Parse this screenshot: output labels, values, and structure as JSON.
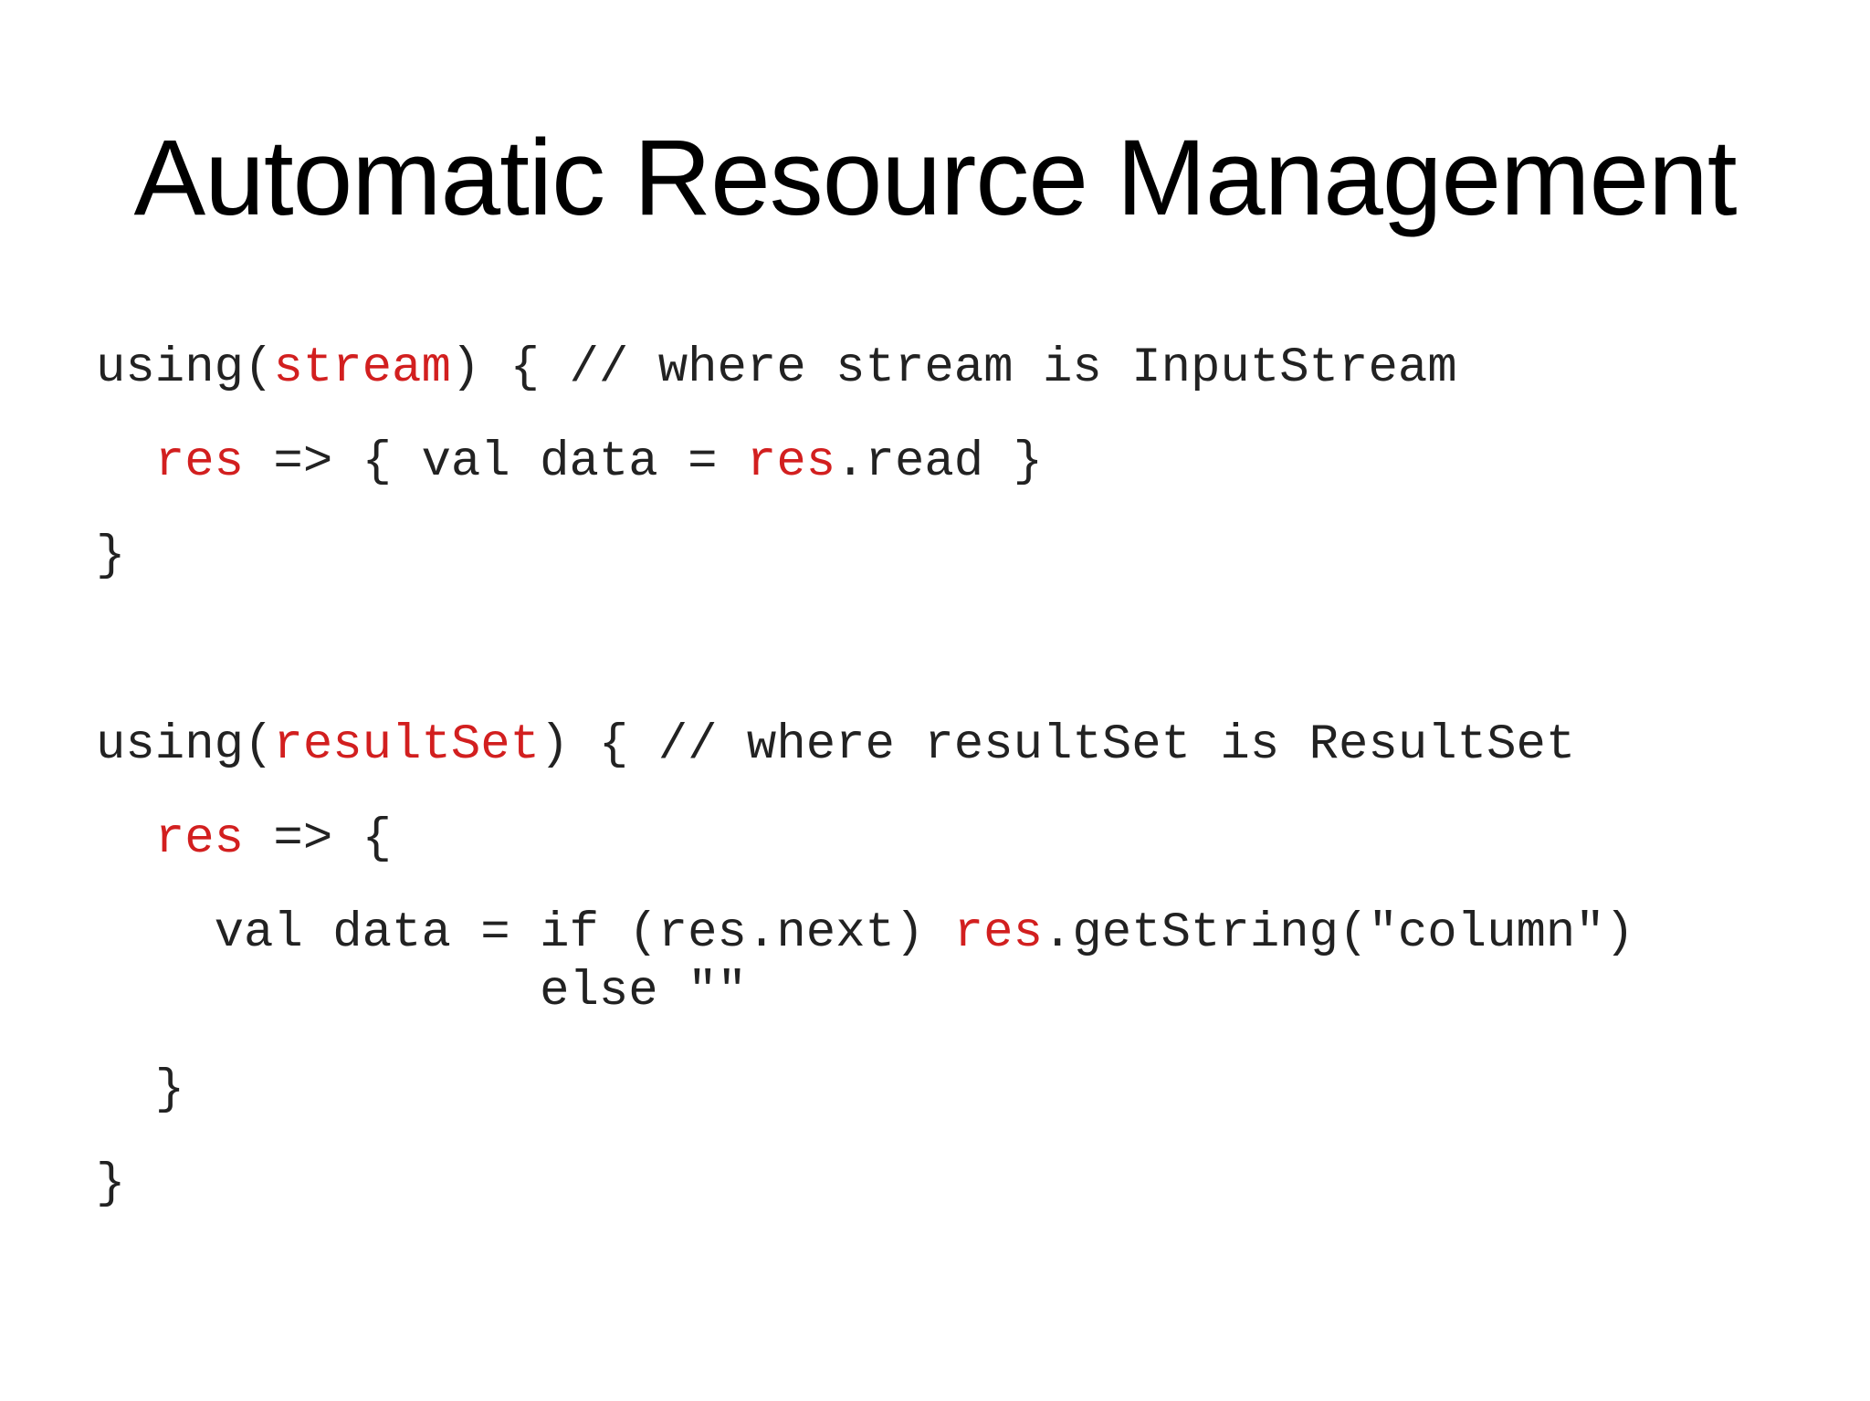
{
  "slide": {
    "title": "Automatic Resource Management",
    "accent_color": "#d21f1f",
    "text_color": "#222222",
    "code_blocks": [
      {
        "lines": [
          [
            {
              "text": "using(",
              "hl": false
            },
            {
              "text": "stream",
              "hl": true
            },
            {
              "text": ") { // where stream is InputStream",
              "hl": false
            }
          ],
          [
            {
              "text": "  ",
              "hl": false
            },
            {
              "text": "res",
              "hl": true
            },
            {
              "text": " => { val data = ",
              "hl": false
            },
            {
              "text": "res",
              "hl": true
            },
            {
              "text": ".read }",
              "hl": false
            }
          ],
          [
            {
              "text": "}",
              "hl": false
            }
          ]
        ]
      },
      {
        "lines": [
          [
            {
              "text": "using(",
              "hl": false
            },
            {
              "text": "resultSet",
              "hl": true
            },
            {
              "text": ") { // where resultSet is ResultSet",
              "hl": false
            }
          ],
          [
            {
              "text": "  ",
              "hl": false
            },
            {
              "text": "res",
              "hl": true
            },
            {
              "text": " => {",
              "hl": false
            }
          ],
          [
            {
              "text": "    val data = if (res.next) ",
              "hl": false
            },
            {
              "text": "res",
              "hl": true
            },
            {
              "text": ".getString(\"column\")",
              "hl": false
            }
          ],
          [
            {
              "text": "               else \"\"",
              "hl": false
            }
          ],
          [
            {
              "text": "  }",
              "hl": false
            }
          ],
          [
            {
              "text": "}",
              "hl": false
            }
          ]
        ]
      }
    ]
  }
}
